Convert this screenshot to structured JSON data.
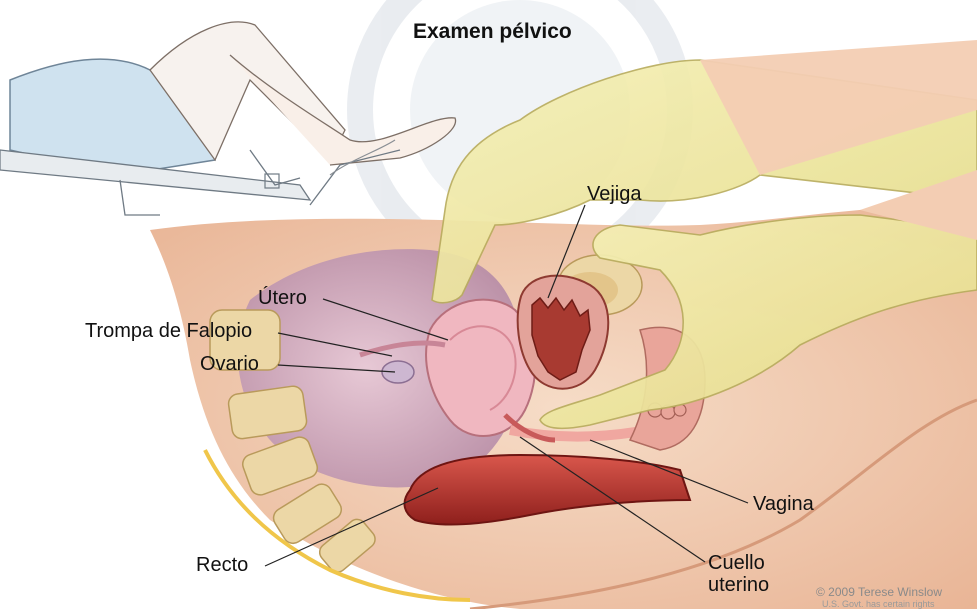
{
  "title": "Examen pélvico",
  "labels": {
    "vejiga": "Vejiga",
    "utero": "Útero",
    "trompa": "Trompa de Falopio",
    "ovario": "Ovario",
    "vagina": "Vagina",
    "recto": "Recto",
    "cuello_line1": "Cuello",
    "cuello_line2": "uterino"
  },
  "credit": {
    "line1": "© 2009 Terese Winslow",
    "line2": "U.S. Govt. has certain rights"
  },
  "colors": {
    "skin": "#f3cdb3",
    "glove": "#f2eca3",
    "uterus": "#e9a3ad",
    "bladder": "#b84a3f",
    "rectum": "#b8302b",
    "bone": "#ecd7a6",
    "drape": "#cfe2ef"
  }
}
